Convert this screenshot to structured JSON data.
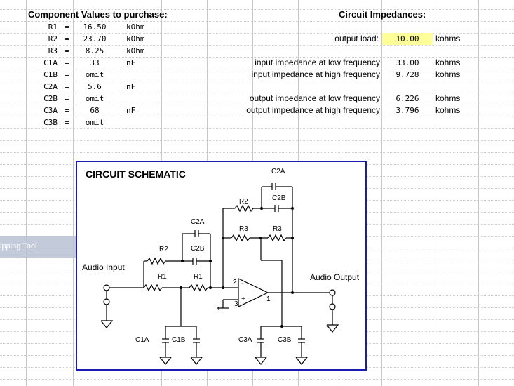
{
  "left_header": "Component Values to purchase:",
  "right_header": "Circuit Impedances:",
  "components": [
    {
      "name": "R1",
      "value": "16.50",
      "unit": "kOhm"
    },
    {
      "name": "R2",
      "value": "23.70",
      "unit": "kOhm"
    },
    {
      "name": "R3",
      "value": "8.25",
      "unit": "kOhm"
    },
    {
      "name": "C1A",
      "value": "33",
      "unit": "nF"
    },
    {
      "name": "C1B",
      "value": "omit",
      "unit": ""
    },
    {
      "name": "C2A",
      "value": "5.6",
      "unit": "nF"
    },
    {
      "name": "C2B",
      "value": "omit",
      "unit": ""
    },
    {
      "name": "C3A",
      "value": "68",
      "unit": "nF"
    },
    {
      "name": "C3B",
      "value": "omit",
      "unit": ""
    }
  ],
  "eq": "=",
  "impedances": {
    "output_load": {
      "label": "output load:",
      "value": "10.00",
      "unit": "kohms"
    },
    "in_low": {
      "label": "input impedance at low frequency",
      "value": "33.00",
      "unit": "kohms"
    },
    "in_high": {
      "label": "input impedance at high frequency",
      "value": "9.728",
      "unit": "kohms"
    },
    "out_low": {
      "label": "output impedance at low frequency",
      "value": "6.226",
      "unit": "kohms"
    },
    "out_high": {
      "label": "output impedance at high frequency",
      "value": "3.796",
      "unit": "kohms"
    }
  },
  "ghost_label": "ipping Tool",
  "schematic": {
    "title": "CIRCUIT SCHEMATIC",
    "audio_input": "Audio Input",
    "audio_output": "Audio Output",
    "labels": {
      "c2a_top": "C2A",
      "c2b_top": "C2B",
      "r2_top": "R2",
      "r3_a": "R3",
      "r3_b": "R3",
      "c2a_mid": "C2A",
      "c2b_mid": "C2B",
      "r2_mid": "R2",
      "r1_a": "R1",
      "r1_b": "R1",
      "pin2": "2",
      "pin3": "3",
      "pin1": "1",
      "minus": "-",
      "plus": "+",
      "c1a": "C1A",
      "c1b": "C1B",
      "c3a": "C3A",
      "c3b": "C3B"
    }
  },
  "colors": {
    "highlight": "#ffff99",
    "border": "#1a1ab5",
    "grid": "#c8c8c8"
  }
}
